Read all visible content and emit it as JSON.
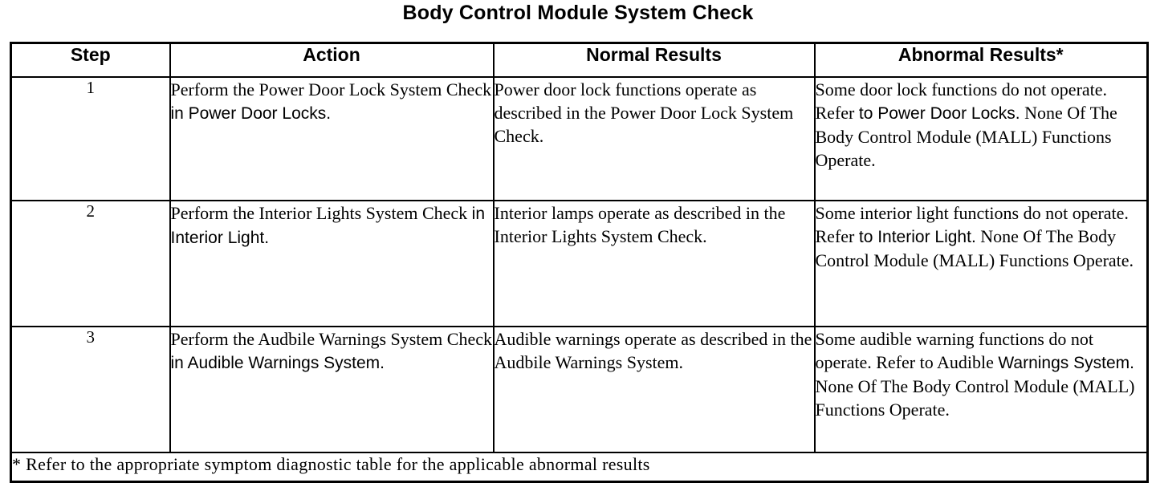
{
  "document": {
    "title": "Body Control Module System Check"
  },
  "table": {
    "headers": [
      {
        "label": "Step"
      },
      {
        "label": "Action"
      },
      {
        "label": "Normal Results"
      },
      {
        "label": "Abnormal Results*"
      }
    ],
    "rows": [
      {
        "step": "1",
        "action_serif": "Perform the Power Door Lock System Check",
        "action_sans": "in Power Door Locks.",
        "normal": "Power door lock functions operate as described in the Power Door Lock System Check.",
        "abnormal_serif_1": "Some door lock functions do not operate. Refer",
        "abnormal_sans": "to Power Door Locks.",
        "abnormal_serif_2": "None Of The Body Control Module (MALL) Functions Operate."
      },
      {
        "step": "2",
        "action_serif": "Perform the Interior Lights System Check",
        "action_sans": "in Interior Light.",
        "normal": "Interior lamps operate as described in the Interior Lights System Check.",
        "abnormal_serif_1": "Some interior light functions do not operate. Refer",
        "abnormal_sans": "to Interior Light.",
        "abnormal_serif_2": "None Of The Body Control Module (MALL) Functions Operate."
      },
      {
        "step": "3",
        "action_serif": "Perform the Audbile Warnings System Check",
        "action_sans": "in Audible Warnings System.",
        "normal": "Audible warnings operate as described in the Audbile Warnings System.",
        "abnormal_serif_1": "Some audible warning functions do not operate. Refer to Audible",
        "abnormal_sans": "Warnings System.",
        "abnormal_serif_2": "None Of The Body Control Module (MALL) Functions Operate."
      }
    ],
    "footnote": "* Refer to the appropriate symptom diagnostic table for the applicable abnormal results"
  },
  "colors": {
    "ink": "#000000",
    "paper": "#ffffff"
  }
}
